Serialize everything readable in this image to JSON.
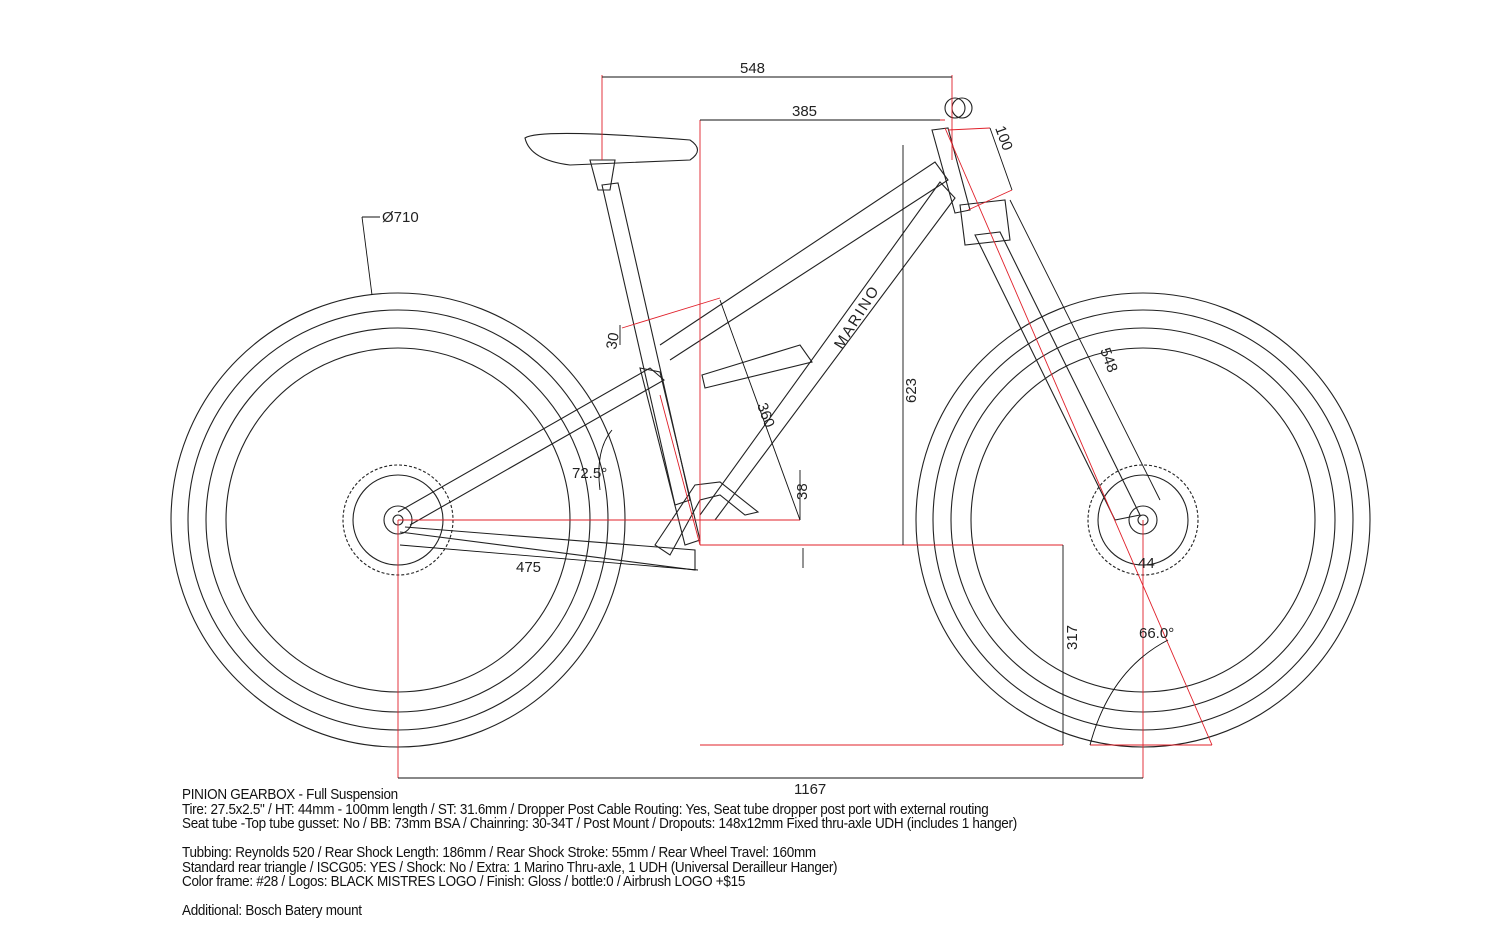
{
  "drawing": {
    "logo": "MARINO",
    "dimensions": {
      "reach_top": "548",
      "stack_offset": "385",
      "head_tube": "100",
      "wheel_diameter": "Ø710",
      "gusset": "30",
      "fork_length": "548",
      "seat_tube": "360",
      "stack": "623",
      "seat_angle": "72.5°",
      "bb_drop": "38",
      "chainstay": "475",
      "bb_height": "317",
      "head_angle": "66.0°",
      "wheelbase": "1167",
      "fork_offset": "44"
    }
  },
  "specs": {
    "title": "PINION GEARBOX - Full Suspension",
    "line1": "Tire: 27.5x2.5\" /  HT: 44mm - 100mm length / ST: 31.6mm / Dropper Post Cable Routing: Yes, Seat tube dropper post port with external routing",
    "line2": "Seat tube -Top tube gusset: No / BB: 73mm BSA / Chainring: 30-34T / Post Mount  / Dropouts: 148x12mm Fixed thru-axle UDH (includes 1 hanger)",
    "line3": "Tubbing: Reynolds 520 / Rear Shock Length: 186mm / Rear Shock Stroke: 55mm / Rear Wheel Travel: 160mm",
    "line4": "Standard rear triangle / ISCG05: YES / Shock: No /  Extra: 1 Marino Thru-axle, 1 UDH (Universal Derailleur Hanger)",
    "line5": "Color frame: #28 / Logos:  BLACK MISTRES LOGO / Finish: Gloss / bottle:0 / Airbrush LOGO +$15",
    "additional": "Additional: Bosch Batery mount"
  }
}
